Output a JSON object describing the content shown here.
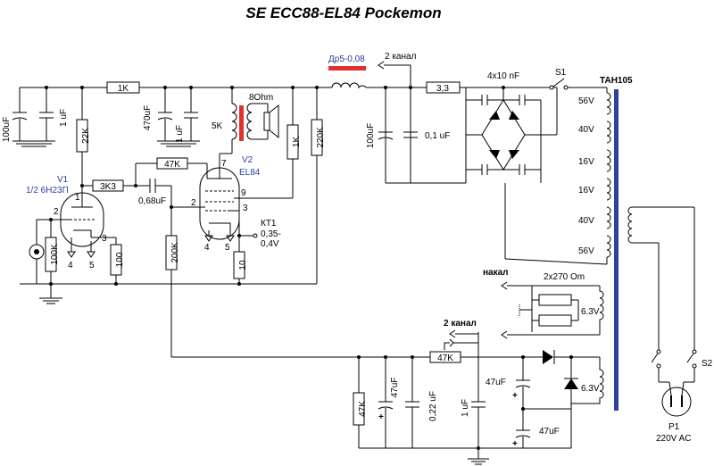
{
  "title": "SE ECC88-EL84 Pockemon",
  "colors": {
    "line": "#000000",
    "tube_label": "#2a3f9a",
    "highlight": "#e03030",
    "transformer_core": "#3040a0"
  },
  "tubes": {
    "v1": {
      "name": "V1",
      "type": "1/2 6Н23П",
      "pin1": "1",
      "pin2": "2",
      "pin3": "3",
      "pin4": "4",
      "pin5": "5"
    },
    "v2": {
      "name": "V2",
      "type": "EL84",
      "pin7": "7",
      "pin2": "2",
      "pin3": "3",
      "pin9": "9",
      "pin4": "4",
      "pin5": "5"
    }
  },
  "components": {
    "r_1k_top": "1K",
    "r_22k": "22K",
    "r_3k3": "3K3",
    "r_47k_fb": "47K",
    "r_100k": "100K",
    "r_100": "100",
    "r_200k": "200K",
    "r_10": "10",
    "r_1k_g2": "1K",
    "r_220k": "220K",
    "r_3_3": "3,3",
    "r_47k_ps": "47K",
    "r_47k_div": "47K",
    "c_100uf_left": "100uF",
    "c_1uf_left": "1 uF",
    "c_470uf": "470uF",
    "c_1uf_mid": "1 uF",
    "c_068uf": "0,68uF",
    "c_100uf_ps": "100uF",
    "c_01uf": "0,1 uF",
    "c_4x10nf": "4x10 nF",
    "c_47uf_a": "47uF",
    "c_022uf": "0,22 uF",
    "c_1uf_bias": "1 uF",
    "c_47uf_b": "47uF",
    "c_47uf_c": "47uF",
    "output_tx": "5K",
    "speaker": "8Ohm",
    "choke": "Др5-0,08",
    "channel2_a": "2 канал",
    "channel2_b": "2 канал",
    "kt1": "КТ1",
    "kt1_volt": "0,35-",
    "kt1_volt2": "0,4V",
    "switch_s1": "S1",
    "switch_s2": "S2",
    "transformer": "ТАН105",
    "sec_56v_a": "56V",
    "sec_40v_a": "40V",
    "sec_16v_a": "16V",
    "sec_16v_b": "16V",
    "sec_40v_b": "40V",
    "sec_56v_b": "56V",
    "heater": "накал",
    "heater_res": "2x270 Om",
    "heater_v": "6.3V",
    "bias_v": "6.3V",
    "plug": "P1",
    "mains": "220V AC"
  }
}
